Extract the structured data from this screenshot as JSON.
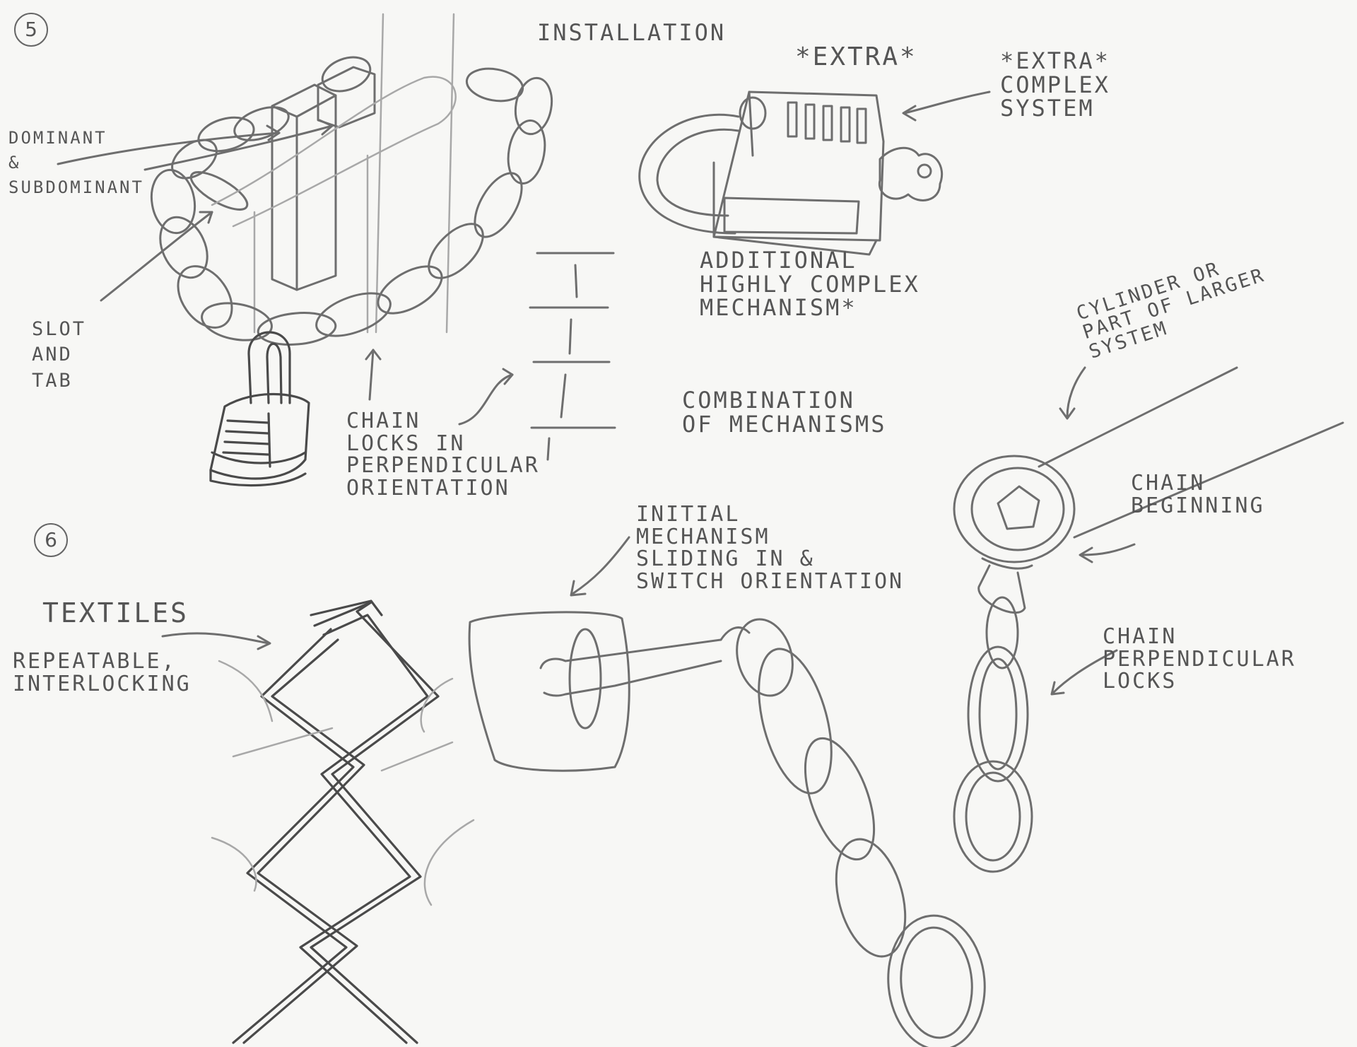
{
  "sections": {
    "five": "5",
    "six": "6"
  },
  "labels": {
    "installation": "INSTALLATION",
    "extra": "*EXTRA*",
    "extra_complex_system": "*EXTRA*\nCOMPLEX\nSYSTEM",
    "dominant_subdominant": "DOMINANT\n&\nSUBDOMINANT",
    "slot_and_tab": "SLOT\nAND\nTAB",
    "additional_mechanism": "ADDITIONAL\nHIGHLY COMPLEX\nMECHANISM*",
    "cylinder": "CYLINDER OR\nPART OF LARGER\nSYSTEM",
    "combination": "COMBINATION\nOF MECHANISMS",
    "chain_locks": "CHAIN\nLOCKS IN\nPERPENDICULAR\nORIENTATION",
    "chain_beginning": "CHAIN\nBEGINNING",
    "textiles": "TEXTILES",
    "repeatable": "REPEATABLE,\nINTERLOCKING",
    "initial_mechanism": "INITIAL\nMECHANISM\nSLIDING IN &\nSWITCH ORIENTATION",
    "chain_perpendicular": "CHAIN\nPERPENDICULAR\nLOCKS"
  }
}
